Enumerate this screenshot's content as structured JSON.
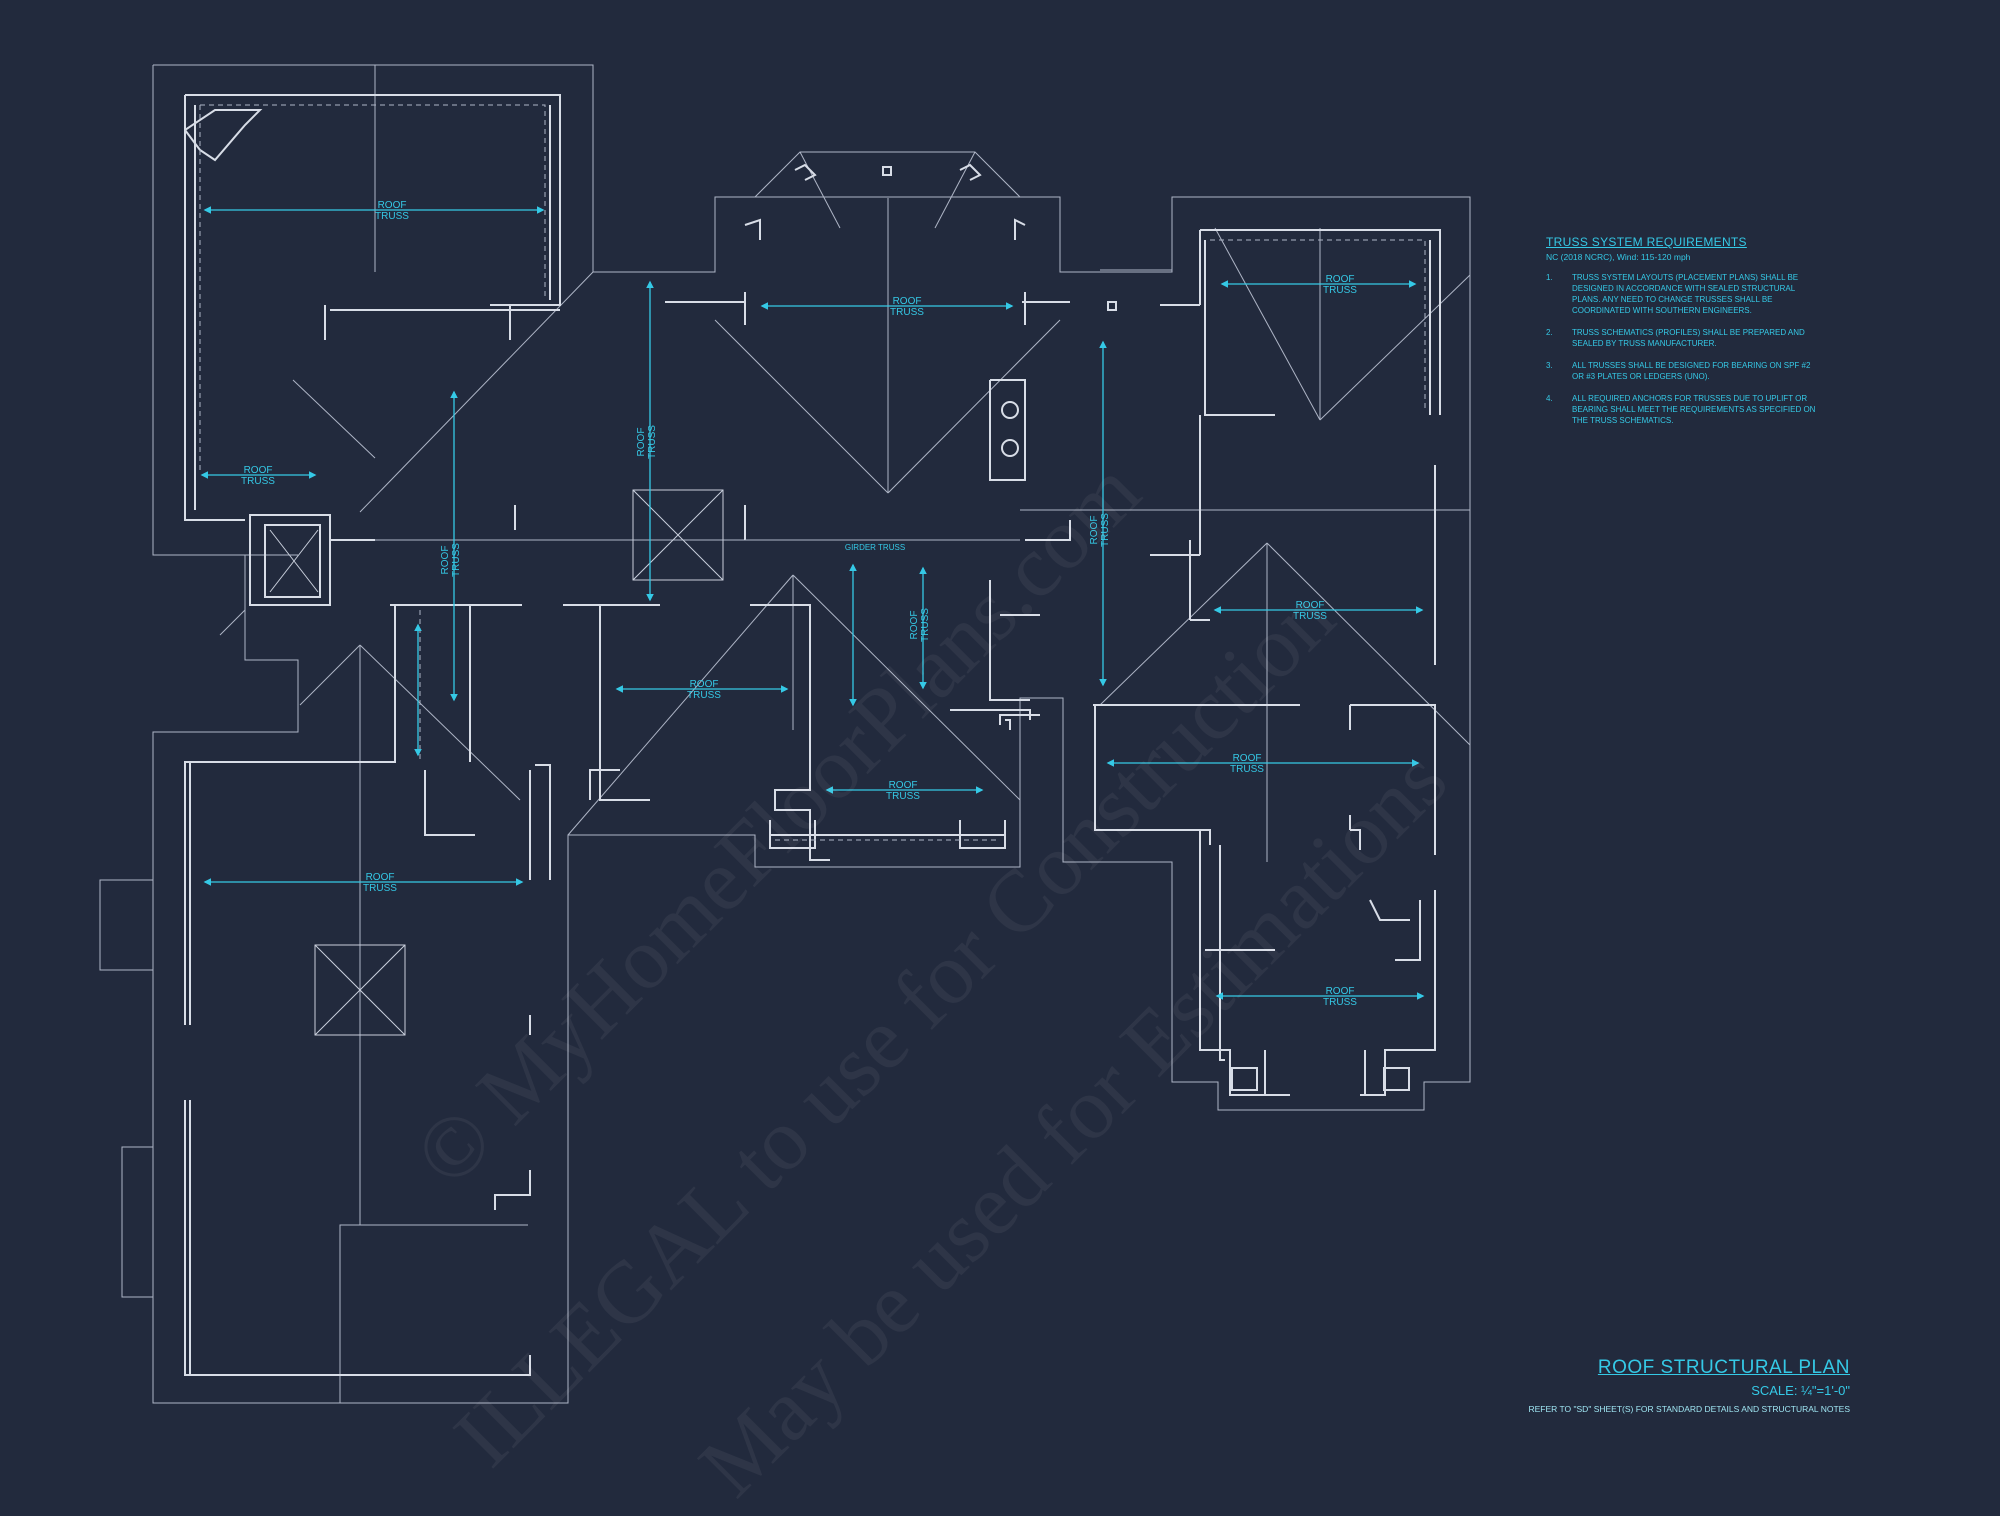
{
  "plan": {
    "title": "ROOF STRUCTURAL PLAN",
    "scale": "SCALE: ¼\"=1'-0\"",
    "reference_note": "REFER TO \"SD\" SHEET(S) FOR STANDARD DETAILS AND STRUCTURAL NOTES"
  },
  "notes": {
    "heading": "TRUSS SYSTEM REQUIREMENTS",
    "subheading": "NC (2018 NCRC), Wind: 115-120 mph",
    "items": [
      {
        "num": "1.",
        "text": "TRUSS SYSTEM LAYOUTS (PLACEMENT PLANS) SHALL BE DESIGNED IN ACCORDANCE WITH SEALED STRUCTURAL PLANS. ANY NEED TO CHANGE TRUSSES SHALL BE COORDINATED WITH SOUTHERN ENGINEERS."
      },
      {
        "num": "2.",
        "text": "TRUSS SCHEMATICS (PROFILES) SHALL BE PREPARED AND SEALED BY TRUSS MANUFACTURER."
      },
      {
        "num": "3.",
        "text": "ALL TRUSSES SHALL BE DESIGNED FOR BEARING ON SPF #2 OR #3 PLATES OR LEDGERS (UNO)."
      },
      {
        "num": "4.",
        "text": "ALL REQUIRED ANCHORS FOR TRUSSES DUE TO UPLIFT OR BEARING SHALL MEET THE REQUIREMENTS AS SPECIFIED ON THE TRUSS SCHEMATICS."
      }
    ]
  },
  "labels": {
    "roof": "ROOF",
    "truss": "TRUSS",
    "girder": "GIRDER TRUSS"
  },
  "watermark": {
    "line1": "© MyHomeFloorPlans.com",
    "line2": "ILLEGAL to use for Construction",
    "line3": "May be used for Estimations"
  },
  "colors": {
    "background": "#222a3d",
    "linework": "#c9cfdc",
    "annotation": "#35c9e6"
  }
}
